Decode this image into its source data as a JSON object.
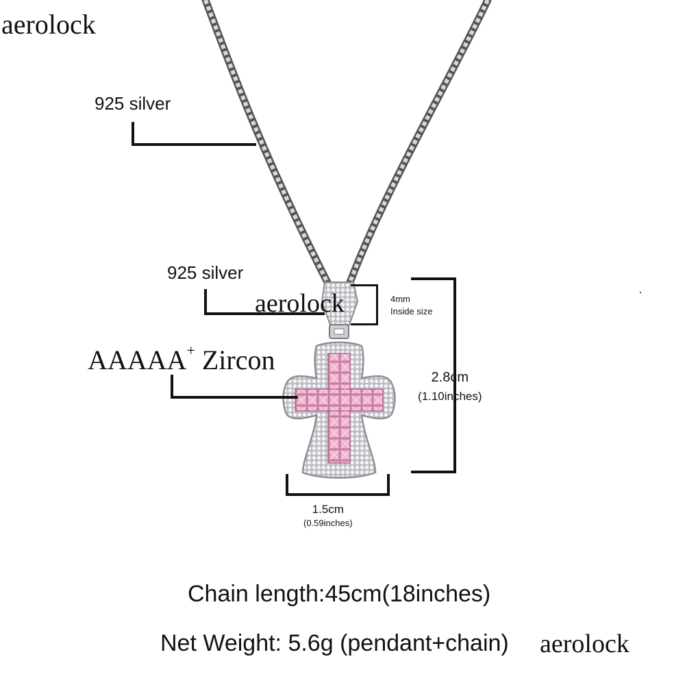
{
  "watermarks": [
    "aerolock",
    "aerolock",
    "aerolock"
  ],
  "labels": {
    "chain_material": "925 silver",
    "bail_material": "925 silver",
    "stone_prefix": "AAAAA",
    "stone_sup": "+",
    "stone_suffix": " Zircon",
    "bail_size": "4mm",
    "bail_size_note": "Inside size",
    "height": "2.8cm",
    "height_inches": "(1.10inches)",
    "width": "1.5cm",
    "width_inches": "(0.59inches)"
  },
  "specs": {
    "chain_length": "Chain length:45cm(18inches)",
    "net_weight": "Net Weight: 5.6g (pendant+chain)"
  },
  "colors": {
    "chain": "#6e6e6e",
    "silver": "#d9d9de",
    "zircon_pink": "#e9a7c6",
    "text": "#111111"
  }
}
